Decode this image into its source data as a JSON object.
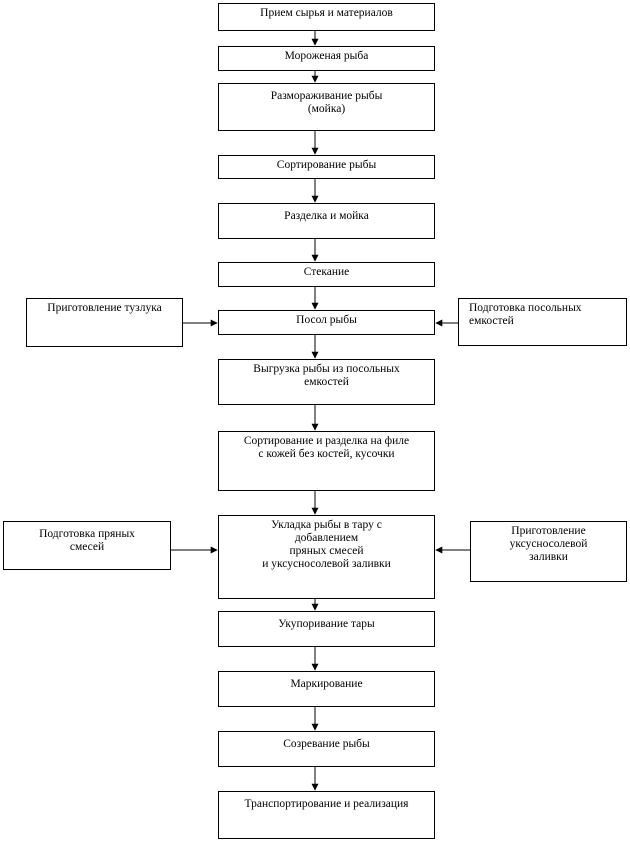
{
  "steps": [
    "Прием сырья  и материалов",
    "Мороженая рыба",
    "Размораживание рыбы\n(мойка)",
    "Сортирование рыбы",
    "Разделка и мойка",
    "Стекание",
    "Посол рыбы",
    "Выгрузка рыбы из посольных\nемкостей",
    "Сортирование и разделка на филе\nс кожей без костей, кусочки",
    "Укладка рыбы в тару с\nдобавлением\nпряных смесей\nи уксусносолевой заливки",
    "Укупоривание тары",
    "Маркирование",
    "Созревание рыбы",
    "Транспортирование и реализация"
  ],
  "side": {
    "brine_prep": "Приготовление тузлука",
    "salting_tanks_prep": "Подготовка посольных\nемкостей",
    "spice_prep": "Подготовка пряных\nсмесей",
    "vinegar_prep": "Приготовление\nуксусносолевой\nзаливки"
  }
}
